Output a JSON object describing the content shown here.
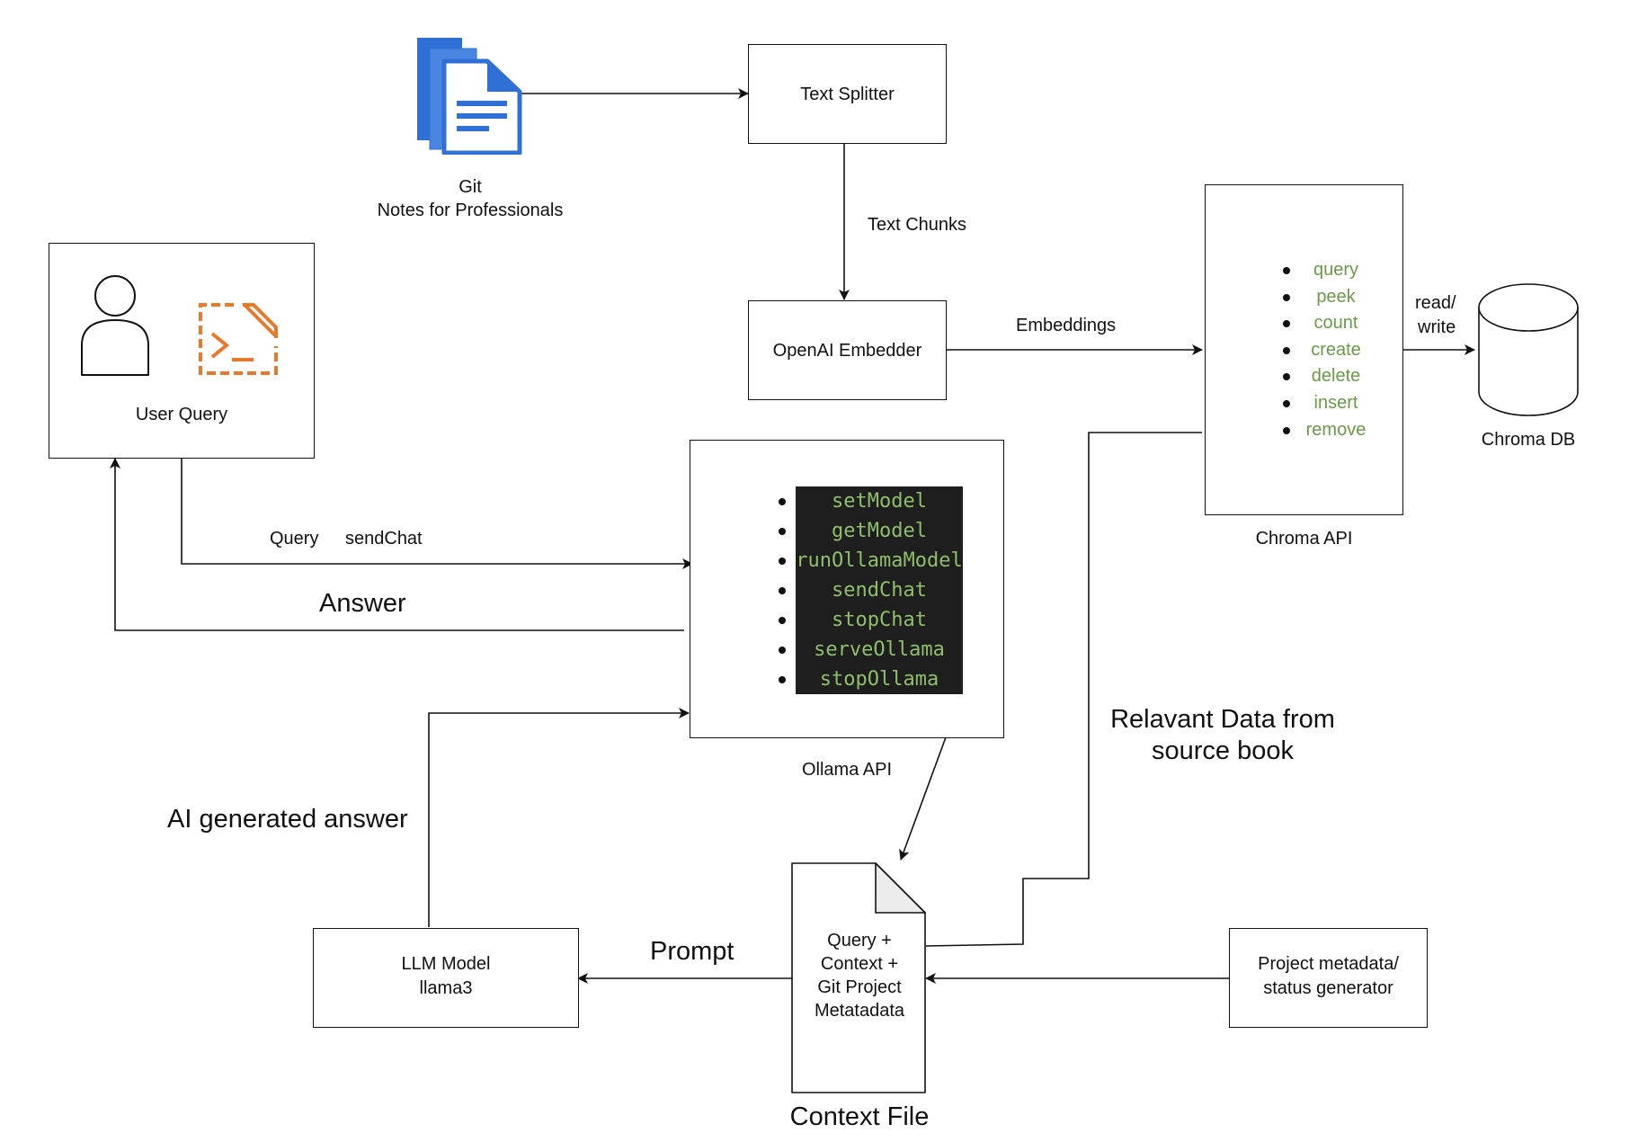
{
  "diagram": {
    "source_doc": {
      "icon": "documents-icon",
      "line1": "Git",
      "line2": "Notes for Professionals"
    },
    "text_splitter": "Text Splitter",
    "text_chunks_label": "Text Chunks",
    "openai_embedder": "OpenAI Embedder",
    "embeddings_label": "Embeddings",
    "chroma_api": {
      "title": "Chroma API",
      "methods": [
        "query",
        "peek",
        "count",
        "create",
        "delete",
        "insert",
        "remove"
      ]
    },
    "read_write_label": {
      "line1": "read/",
      "line2": "write"
    },
    "chroma_db": "Chroma DB",
    "user_query": {
      "label": "User Query",
      "icons": [
        "user-icon",
        "terminal-icon"
      ]
    },
    "query_label": "Query",
    "send_chat_label": "sendChat",
    "answer_label": "Answer",
    "ollama_api": {
      "title": "Ollama API",
      "methods": [
        "setModel",
        "getModel",
        "runOllamaModel",
        "sendChat",
        "stopChat",
        "serveOllama",
        "stopOllama"
      ]
    },
    "relevant_data_label": {
      "line1": "Relavant Data from",
      "line2": "source book"
    },
    "ai_answer_label": "AI generated answer",
    "llm_model": {
      "line1": "LLM Model",
      "line2": "llama3"
    },
    "prompt_label": "Prompt",
    "context_file": {
      "lines": [
        "Query +",
        "Context +",
        "Git Project",
        "Metatadata"
      ],
      "caption": "Context File"
    },
    "project_metadata": {
      "line1": "Project metadata/",
      "line2": "status generator"
    }
  },
  "colors": {
    "stroke": "#111111",
    "method_green": "#6a9a4a",
    "code_green": "#8fbf6a",
    "code_bg": "#1e1e1e",
    "doc_blue_dark": "#2f6fd6",
    "doc_blue_light": "#5b93e8",
    "terminal_orange": "#e8792a"
  }
}
